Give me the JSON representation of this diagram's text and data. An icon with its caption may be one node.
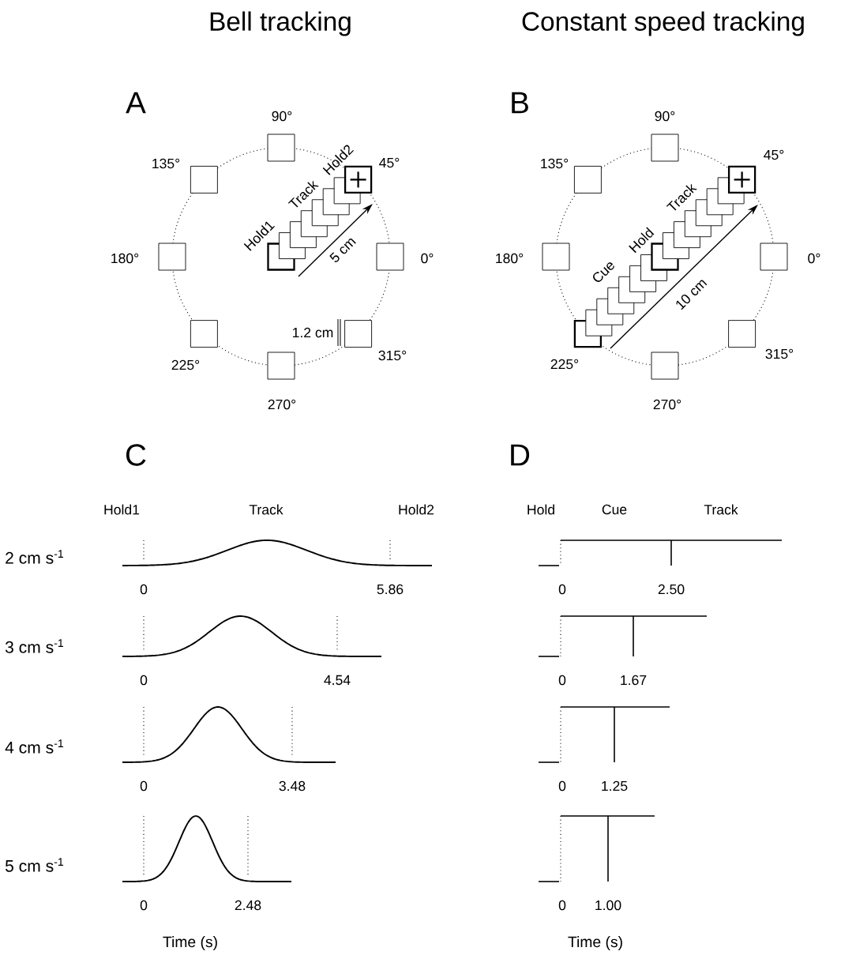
{
  "diagram": {
    "labels": [
      "Bell tracking",
      "Constant speed tracking",
      "A",
      "B",
      "90°",
      "135°",
      "45°",
      "Hold2",
      "Track",
      "Hold1",
      "180°",
      "5 cm",
      "0°",
      "1.2 cm",
      "225°",
      "315°",
      "270°",
      "90°",
      "135°",
      "45°",
      "Track",
      "Hold",
      "Cue",
      "180°",
      "0°",
      "10 cm",
      "225°",
      "315°",
      "270°",
      "C",
      "D",
      "Hold1",
      "Track",
      "Hold2",
      "Hold",
      "Cue",
      "Track",
      "2 cm s$^{-1}$",
      "0",
      "5.86",
      "0",
      "2.50",
      "3 cm s$^{-1}$",
      "0",
      "4.54",
      "0",
      "1.67",
      "4 cm s$^{-1}$",
      "0",
      "3.48",
      "0",
      "1.25",
      "5 cm s$^{-1}$",
      "0",
      "2.48",
      "0",
      "1.00",
      "Time (s)",
      "Time (s)"
    ]
  }
}
